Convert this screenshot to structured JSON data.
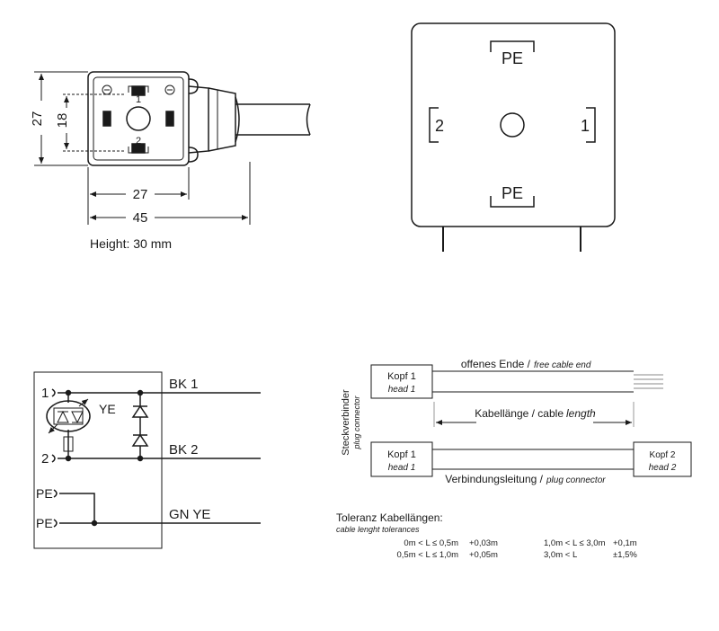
{
  "drawing_top": {
    "dim_height_outer": "27",
    "dim_height_inner": "18",
    "dim_width_inner": "27",
    "dim_width_outer": "45",
    "pin_1": "1",
    "pin_2": "2",
    "height_note": "Height: 30 mm"
  },
  "face_view": {
    "pe_top": "PE",
    "pe_bottom": "PE",
    "pin_left": "2",
    "pin_right": "1"
  },
  "circuit": {
    "terminal_1": "1",
    "terminal_2": "2",
    "pe_1": "PE",
    "pe_2": "PE",
    "led_label": "YE",
    "wire_bk1": "BK 1",
    "wire_bk2": "BK 2",
    "wire_gnye": "GN YE"
  },
  "cable": {
    "side_label": "Steckverbinder",
    "side_label_en": "plug connector",
    "kopf1": "Kopf 1",
    "head1": "head 1",
    "kopf1_b": "Kopf 1",
    "head1_b": "head 1",
    "kopf2": "Kopf 2",
    "head2": "head 2",
    "free_end_de": "offenes Ende /",
    "free_end_en": "free cable end",
    "length_de": "Kabellänge / cable",
    "length_en": "length",
    "connection_de": "Verbindungsleitung /",
    "connection_en": "plug connector"
  },
  "tolerance": {
    "title": "Toleranz Kabellängen:",
    "subtitle": "cable lenght tolerances",
    "rows": [
      {
        "range": "0m < L ≤ 0,5m",
        "tol": "+0,03m",
        "range2": "1,0m < L ≤ 3,0m",
        "tol2": "+0,1m"
      },
      {
        "range": "0,5m < L ≤ 1,0m",
        "tol": "+0,05m",
        "range2": "3,0m < L",
        "tol2": "±1,5%"
      }
    ]
  }
}
